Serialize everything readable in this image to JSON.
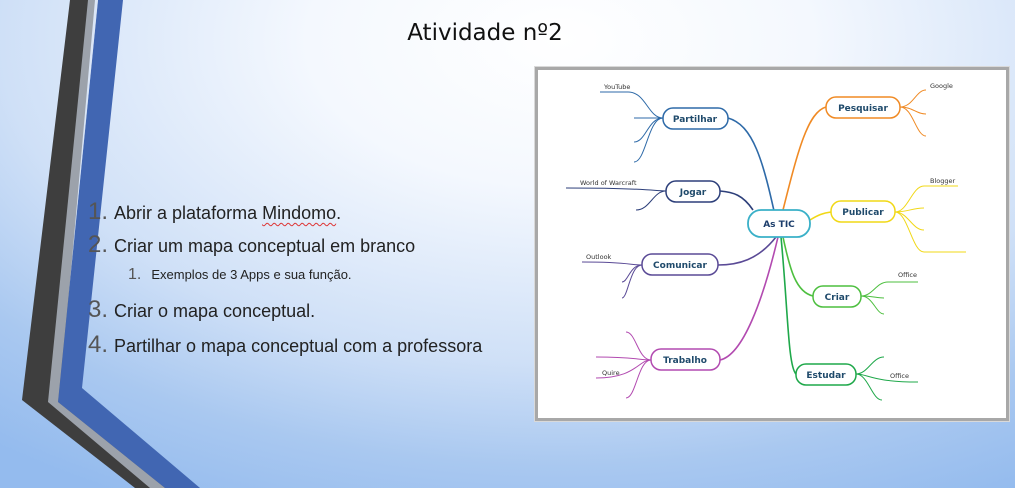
{
  "slide": {
    "title": "Atividade nº2",
    "list": [
      {
        "num": "1.",
        "text_before": "Abrir a plataforma ",
        "text_marked": "Mindomo",
        "text_after": "."
      },
      {
        "num": "2.",
        "text": "Criar um mapa conceptual em branco"
      },
      {
        "num": "1.",
        "text": "Exemplos de 3 Apps e sua função."
      },
      {
        "num": "3.",
        "text": "Criar o mapa conceptual."
      },
      {
        "num": "4.",
        "text": "Partilhar o mapa conceptual com a professora"
      }
    ]
  },
  "mindmap": {
    "center": "As TIC",
    "colors": {
      "center": "#3ab0c8",
      "partilhar": "#2e6aa8",
      "jogar": "#2d3f7a",
      "comunicar": "#5a4a96",
      "trabalho": "#b24ab0",
      "pesquisar": "#f08a24",
      "publicar": "#f1d817",
      "criar": "#4dbf3f",
      "estudar": "#1fa84a"
    },
    "branches": {
      "partilhar": {
        "label": "Partilhar",
        "leaf": "YouTube"
      },
      "jogar": {
        "label": "Jogar",
        "leaf": "World of Warcraft"
      },
      "comunicar": {
        "label": "Comunicar",
        "leaf": "Outlook"
      },
      "trabalho": {
        "label": "Trabalho",
        "leaf": "Quire"
      },
      "pesquisar": {
        "label": "Pesquisar",
        "leaf": "Google"
      },
      "publicar": {
        "label": "Publicar",
        "leaf": "Blogger"
      },
      "criar": {
        "label": "Criar",
        "leaf": "Office"
      },
      "estudar": {
        "label": "Estudar",
        "leaf": "Office"
      }
    }
  }
}
